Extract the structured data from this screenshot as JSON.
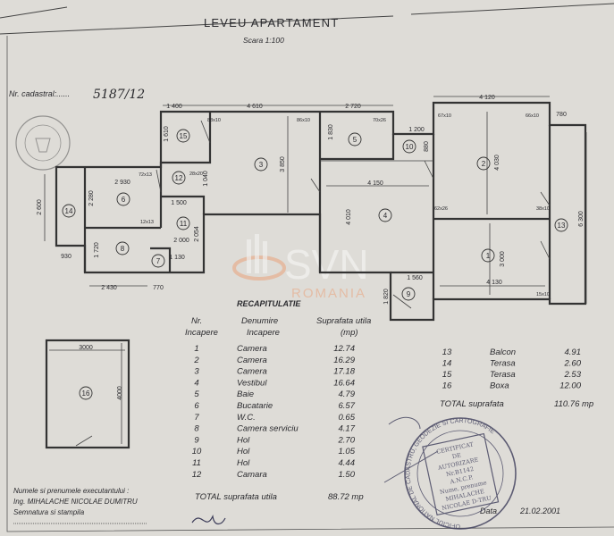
{
  "header": {
    "title": "LEVEU APARTAMENT",
    "scale": "Scara 1:100",
    "cadastral_label": "Nr. cadastral:......",
    "cadastral_number": "5187/12"
  },
  "plan": {
    "rooms": [
      "1",
      "2",
      "3",
      "4",
      "5",
      "6",
      "7",
      "8",
      "9",
      "10",
      "11",
      "12",
      "13",
      "14",
      "15",
      "16"
    ],
    "dimensions": [
      "1 400",
      "4 610",
      "2 720",
      "4 120",
      "780",
      "1 200",
      "1 610",
      "3 850",
      "1 830",
      "880",
      "4 030",
      "6 300",
      "2 930",
      "2 280",
      "2 600",
      "1 040",
      "1 500",
      "2 054",
      "2 000",
      "4 150",
      "4 010",
      "3 000",
      "4 130",
      "1 820",
      "1 560",
      "1 720",
      "930",
      "2 430",
      "770",
      "1 130",
      "3000",
      "4000"
    ],
    "window_labels": [
      "88x10",
      "86x10",
      "70x26",
      "67x10",
      "66x10",
      "72x13",
      "28x20",
      "12x13",
      "62x26",
      "38x10",
      "15x10"
    ]
  },
  "watermark": {
    "brand": "SVN",
    "sub": "ROMANIA"
  },
  "recap": {
    "title": "RECAPITULATIE",
    "col_nr": [
      "Nr.",
      "Incapere"
    ],
    "col_name": [
      "Denumire",
      "Incapere"
    ],
    "col_area": [
      "Suprafata utila",
      "(mp)"
    ],
    "rows": [
      {
        "nr": "1",
        "name": "Camera",
        "area": "12.74"
      },
      {
        "nr": "2",
        "name": "Camera",
        "area": "16.29"
      },
      {
        "nr": "3",
        "name": "Camera",
        "area": "17.18"
      },
      {
        "nr": "4",
        "name": "Vestibul",
        "area": "16.64"
      },
      {
        "nr": "5",
        "name": "Baie",
        "area": "4.79"
      },
      {
        "nr": "6",
        "name": "Bucatarie",
        "area": "6.57"
      },
      {
        "nr": "7",
        "name": "W.C.",
        "area": "0.65"
      },
      {
        "nr": "8",
        "name": "Camera serviciu",
        "area": "4.17"
      },
      {
        "nr": "9",
        "name": "Hol",
        "area": "2.70"
      },
      {
        "nr": "10",
        "name": "Hol",
        "area": "1.05"
      },
      {
        "nr": "11",
        "name": "Hol",
        "area": "4.44"
      },
      {
        "nr": "12",
        "name": "Camara",
        "area": "1.50"
      }
    ],
    "total_label": "TOTAL suprafata utila",
    "total_value": "88.72  mp",
    "extra_rows": [
      {
        "nr": "13",
        "name": "Balcon",
        "area": "4.91"
      },
      {
        "nr": "14",
        "name": "Terasa",
        "area": "2.60"
      },
      {
        "nr": "15",
        "name": "Terasa",
        "area": "2.53"
      },
      {
        "nr": "16",
        "name": "Boxa",
        "area": "12.00"
      }
    ],
    "grand_total_label": "TOTAL suprafata",
    "grand_total_value": "110.76  mp"
  },
  "footer": {
    "executor_label": "Numele si prenumele executantului :",
    "executor_name": "Ing. MIHALACHE NICOLAE DUMITRU",
    "signature_label": "Semnatura si stampila",
    "date_label": "Data",
    "date_value": "21.02.2001"
  },
  "stamp": {
    "ring": "OFICIUL NATIONAL DE CADASTRU, GEODEZIE SI CARTOGRAFIE",
    "lines": [
      "CERTIFICAT",
      "DE",
      "AUTORIZARE",
      "Nr.B1142",
      "A.N.C.P.",
      "Nume, prenume",
      "MIHALACHE",
      "NICOLAE D-TRU"
    ]
  },
  "colors": {
    "paper": "#d9d7d2",
    "ink": "#2a2a2e",
    "watermark": "#e9a27c",
    "stamp": "#3c3c5a"
  }
}
